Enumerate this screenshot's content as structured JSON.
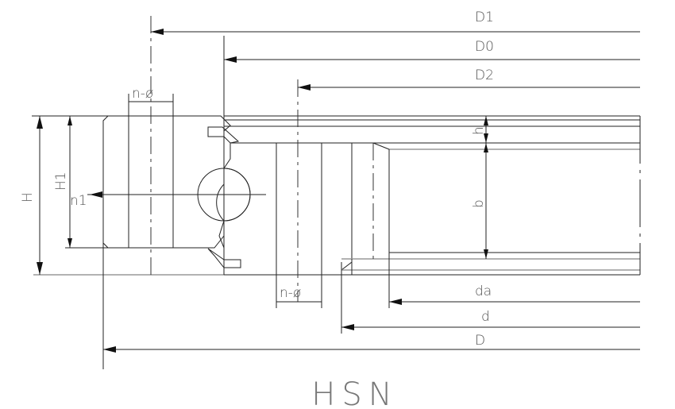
{
  "title": "HSN",
  "dimensions": {
    "D1": "D1",
    "D0": "D0",
    "D2": "D2",
    "da": "da",
    "d": "d",
    "D": "D",
    "H": "H",
    "H1": "H1",
    "n1": "n1",
    "h": "h",
    "b": "b",
    "hole_top": "n-ø",
    "hole_bottom": "n-ø"
  }
}
